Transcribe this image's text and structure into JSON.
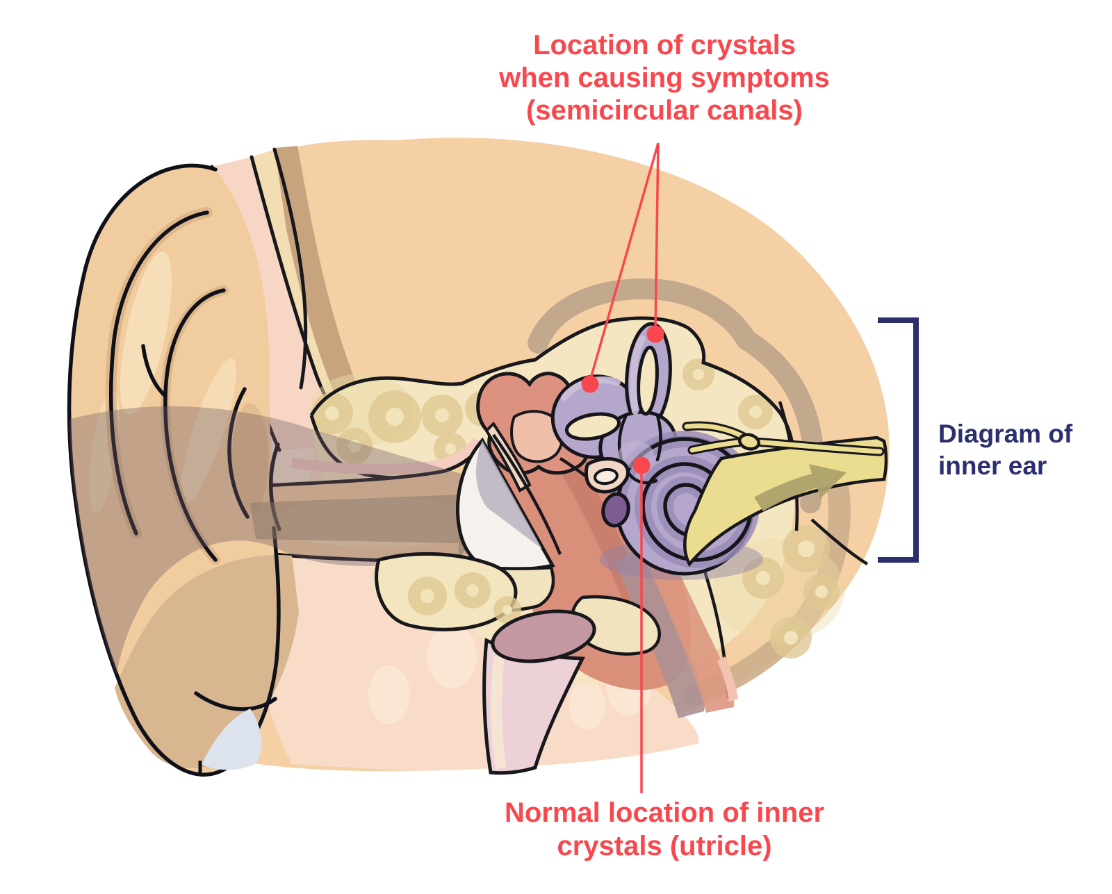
{
  "figure": {
    "type": "anatomical-diagram",
    "subject": "Cross-section of the human ear showing inner ear crystal (otoconia) locations",
    "annotations": {
      "symptom_location": {
        "lines": [
          "Location of crystals",
          "when causing symptoms",
          "(semicircular canals)"
        ],
        "marker_count": 2
      },
      "normal_location": {
        "lines": [
          "Normal location of inner",
          "crystals (utricle)"
        ],
        "marker_count": 1
      },
      "caption": {
        "lines": [
          "Diagram of",
          "inner ear"
        ]
      }
    },
    "colors": {
      "annotation_red": "#F8484E",
      "caption_navy": "#2B2F6E",
      "skin_tan": "#F4D0A4",
      "skin_pink": "#F8DCC8",
      "bone_beige": "#F4E6C1",
      "bone_circle": "#DFC993",
      "inner_ear_purple": "#B5A6CB",
      "inner_ear_shadow": "#9B8CB8",
      "middle_ear_salmon": "#DA8F7B",
      "eardrum_white": "#F5F1EC",
      "nerve_yellow": "#EBDD90",
      "outline_black": "#17171C"
    }
  }
}
